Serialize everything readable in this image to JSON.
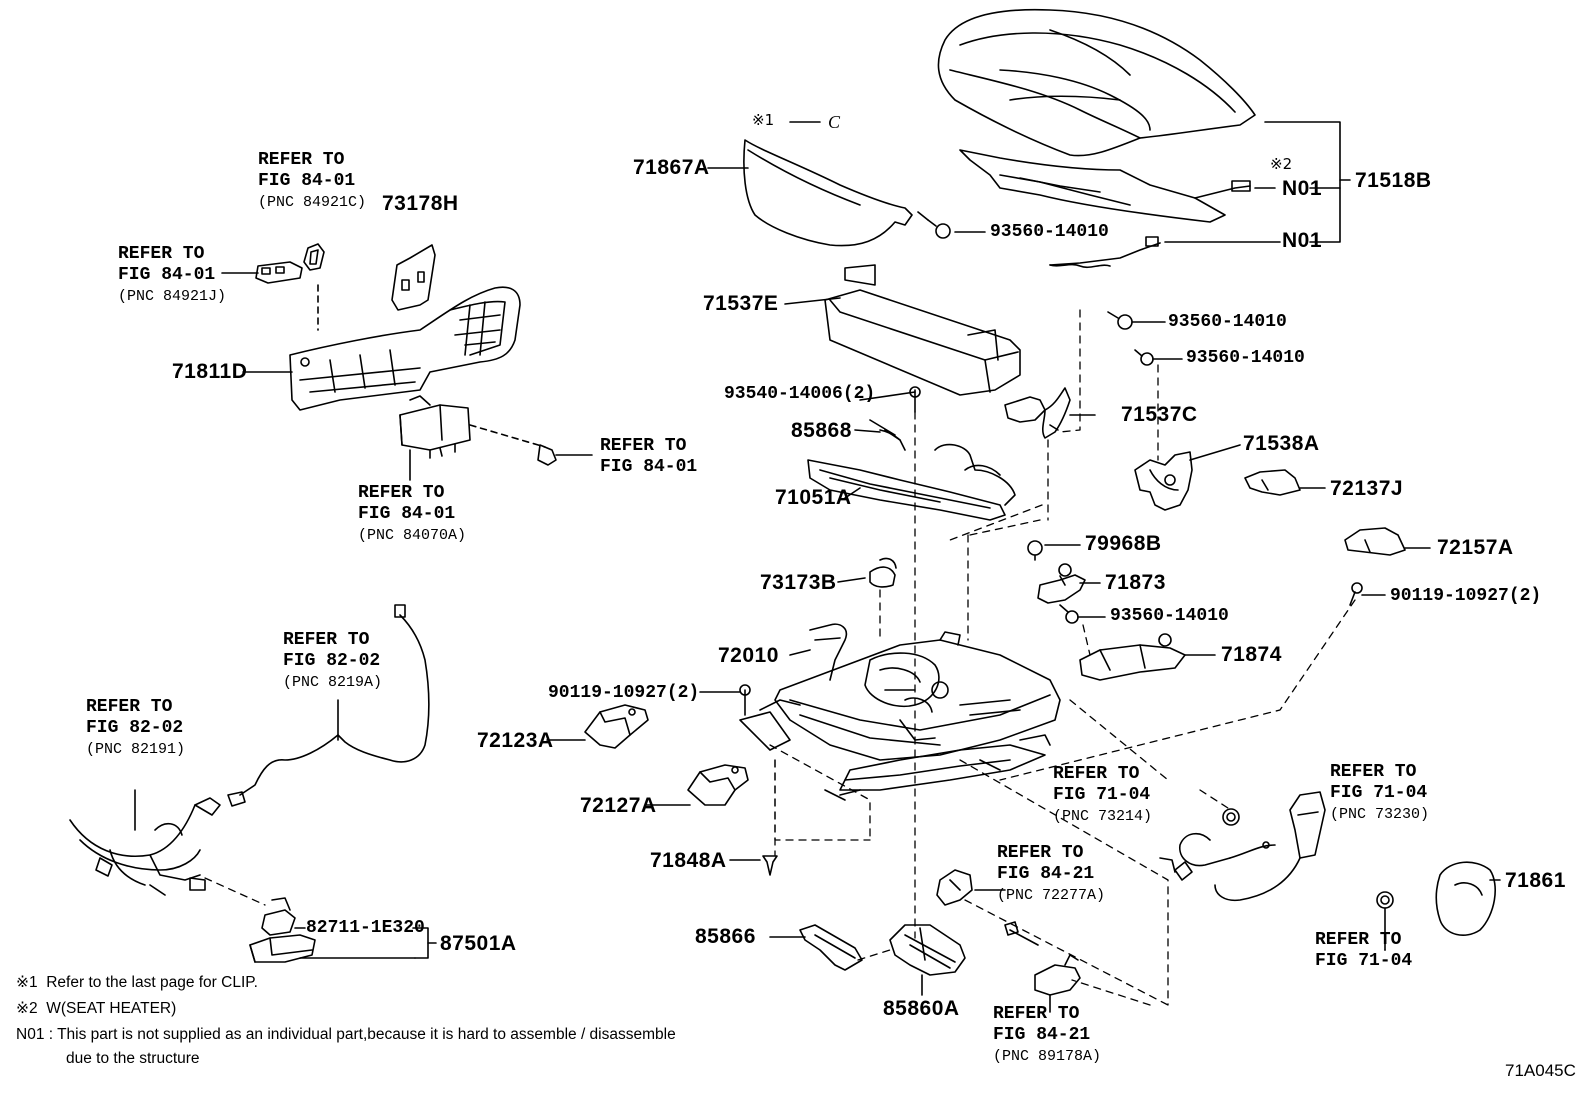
{
  "parts": {
    "p71518B": "71518B",
    "p71867A": "71867A",
    "p71537E": "71537E",
    "p73178H": "73178H",
    "p71811D": "71811D",
    "p85868": "85868",
    "p71051A": "71051A",
    "p71537C": "71537C",
    "p71538A": "71538A",
    "p72137J": "72137J",
    "p79968B": "79968B",
    "p71873": "71873",
    "p72157A": "72157A",
    "p73173B": "73173B",
    "p71874": "71874",
    "p72010": "72010",
    "p72123A": "72123A",
    "p72127A": "72127A",
    "p71848A": "71848A",
    "p87501A": "87501A",
    "p85866": "85866",
    "p85860A": "85860A",
    "p71861": "71861",
    "n01a": "N01",
    "n01b": "N01"
  },
  "numbers": {
    "b1": "93560-14010",
    "b2": "93560-14010",
    "b3": "93560-14010",
    "b4": "93560-14010",
    "b5": "93540-14006(2)",
    "b6": "90119-10927(2)",
    "b7": "90119-10927(2)",
    "b8": "82711-1E320"
  },
  "refs": {
    "refer_to": "REFER TO",
    "fig_84_01": "FIG 84-01",
    "fig_82_02": "FIG 82-02",
    "fig_71_04": "FIG 71-04",
    "fig_84_21": "FIG 84-21",
    "pnc_84921C": "(PNC 84921C)",
    "pnc_84921J": "(PNC 84921J)",
    "pnc_84070A": "(PNC 84070A)",
    "pnc_8219A": "(PNC 8219A)",
    "pnc_82191": "(PNC 82191)",
    "pnc_73214": "(PNC 73214)",
    "pnc_73230": "(PNC 73230)",
    "pnc_72277A": "(PNC 72277A)",
    "pnc_89178A": "(PNC 89178A)"
  },
  "marks": {
    "mark1": "※1",
    "mark2": "※2",
    "clip_c": "C"
  },
  "notes": {
    "n1_mark": "※1",
    "n1_text": "Refer to the last page for CLIP.",
    "n2_mark": "※2",
    "n2_text": "W(SEAT HEATER)",
    "n3_mark": "N01 :",
    "n3_text": "This part is not supplied as an individual part,because it is hard to assemble / disassemble",
    "n3_text2": "due to the structure"
  },
  "figure_id": "71A045C"
}
